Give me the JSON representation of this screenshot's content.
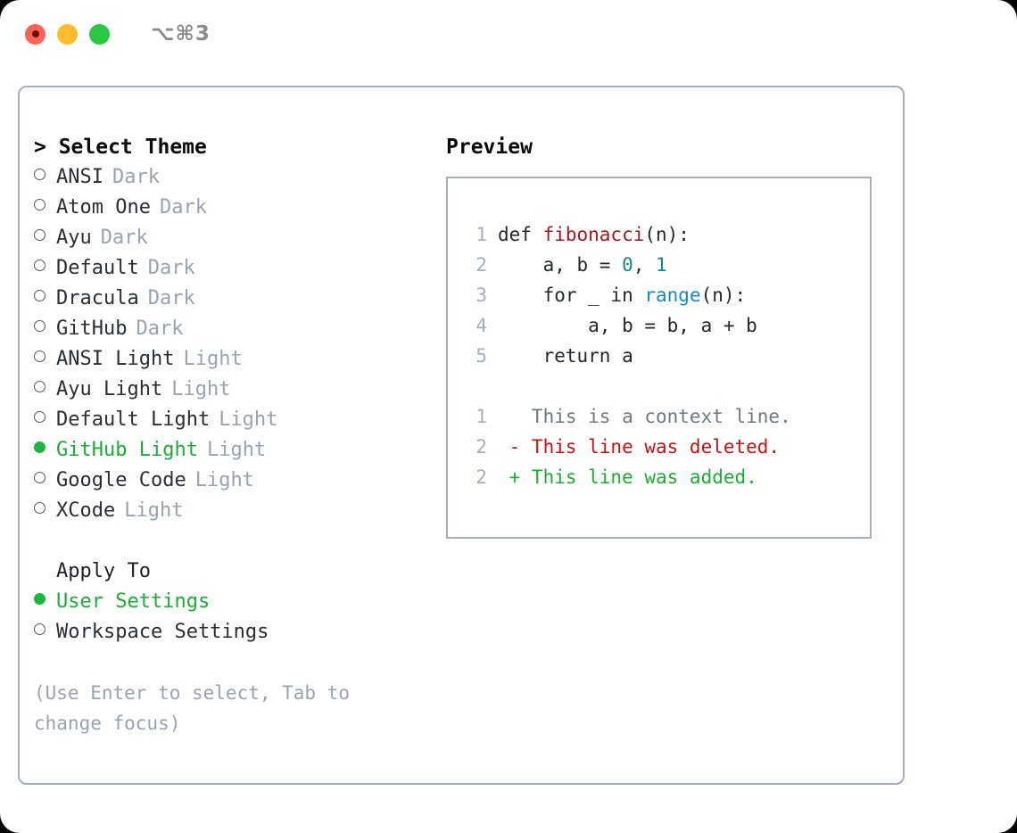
{
  "window": {
    "title": "⌥⌘3",
    "traffic_lights": [
      {
        "name": "close",
        "color": "#ff6057"
      },
      {
        "name": "minimize",
        "color": "#ffbd2e"
      },
      {
        "name": "maximize",
        "color": "#28c840"
      }
    ]
  },
  "colors": {
    "accent_green": "#18b033",
    "muted": "#9aa3b2",
    "border": "#a5aebd",
    "text": "#2a2e35",
    "diff_add": "#18b033",
    "diff_del": "#cc1111",
    "syntax_function": "#a01b20",
    "syntax_number": "#0e8c8c",
    "syntax_call": "#1589c9"
  },
  "left": {
    "heading": "> Select Theme",
    "themes": [
      {
        "name": "ANSI",
        "tag": "Dark",
        "selected": false
      },
      {
        "name": "Atom One",
        "tag": "Dark",
        "selected": false
      },
      {
        "name": "Ayu",
        "tag": "Dark",
        "selected": false
      },
      {
        "name": "Default",
        "tag": "Dark",
        "selected": false
      },
      {
        "name": "Dracula",
        "tag": "Dark",
        "selected": false
      },
      {
        "name": "GitHub",
        "tag": "Dark",
        "selected": false
      },
      {
        "name": "ANSI Light",
        "tag": "Light",
        "selected": false
      },
      {
        "name": "Ayu Light",
        "tag": "Light",
        "selected": false
      },
      {
        "name": "Default Light",
        "tag": "Light",
        "selected": false
      },
      {
        "name": "GitHub Light",
        "tag": "Light",
        "selected": true
      },
      {
        "name": "Google Code",
        "tag": "Light",
        "selected": false
      },
      {
        "name": "XCode",
        "tag": "Light",
        "selected": false
      }
    ],
    "apply_to": {
      "label": "Apply To",
      "options": [
        {
          "name": "User Settings",
          "selected": true
        },
        {
          "name": "Workspace Settings",
          "selected": false
        }
      ]
    },
    "hint": "(Use Enter to select, Tab to change focus)"
  },
  "right": {
    "heading": "Preview",
    "code_lines": [
      {
        "no": "1",
        "tokens": [
          {
            "t": "def ",
            "c": "plain"
          },
          {
            "t": "fibonacci",
            "c": "fn"
          },
          {
            "t": "(n):",
            "c": "plain"
          }
        ]
      },
      {
        "no": "2",
        "tokens": [
          {
            "t": "    a, b = ",
            "c": "plain"
          },
          {
            "t": "0",
            "c": "num"
          },
          {
            "t": ", ",
            "c": "plain"
          },
          {
            "t": "1",
            "c": "num"
          }
        ]
      },
      {
        "no": "3",
        "tokens": [
          {
            "t": "    for _ in ",
            "c": "plain"
          },
          {
            "t": "range",
            "c": "call"
          },
          {
            "t": "(n):",
            "c": "plain"
          }
        ]
      },
      {
        "no": "4",
        "tokens": [
          {
            "t": "        a, b = b, a + b",
            "c": "plain"
          }
        ]
      },
      {
        "no": "5",
        "tokens": [
          {
            "t": "    return a",
            "c": "plain"
          }
        ]
      }
    ],
    "diff_lines": [
      {
        "no": "1",
        "prefix": "  ",
        "text": "This is a context line.",
        "kind": "ctx"
      },
      {
        "no": "2",
        "prefix": "- ",
        "text": "This line was deleted.",
        "kind": "del"
      },
      {
        "no": "2",
        "prefix": "+ ",
        "text": "This line was added.",
        "kind": "add"
      }
    ]
  }
}
